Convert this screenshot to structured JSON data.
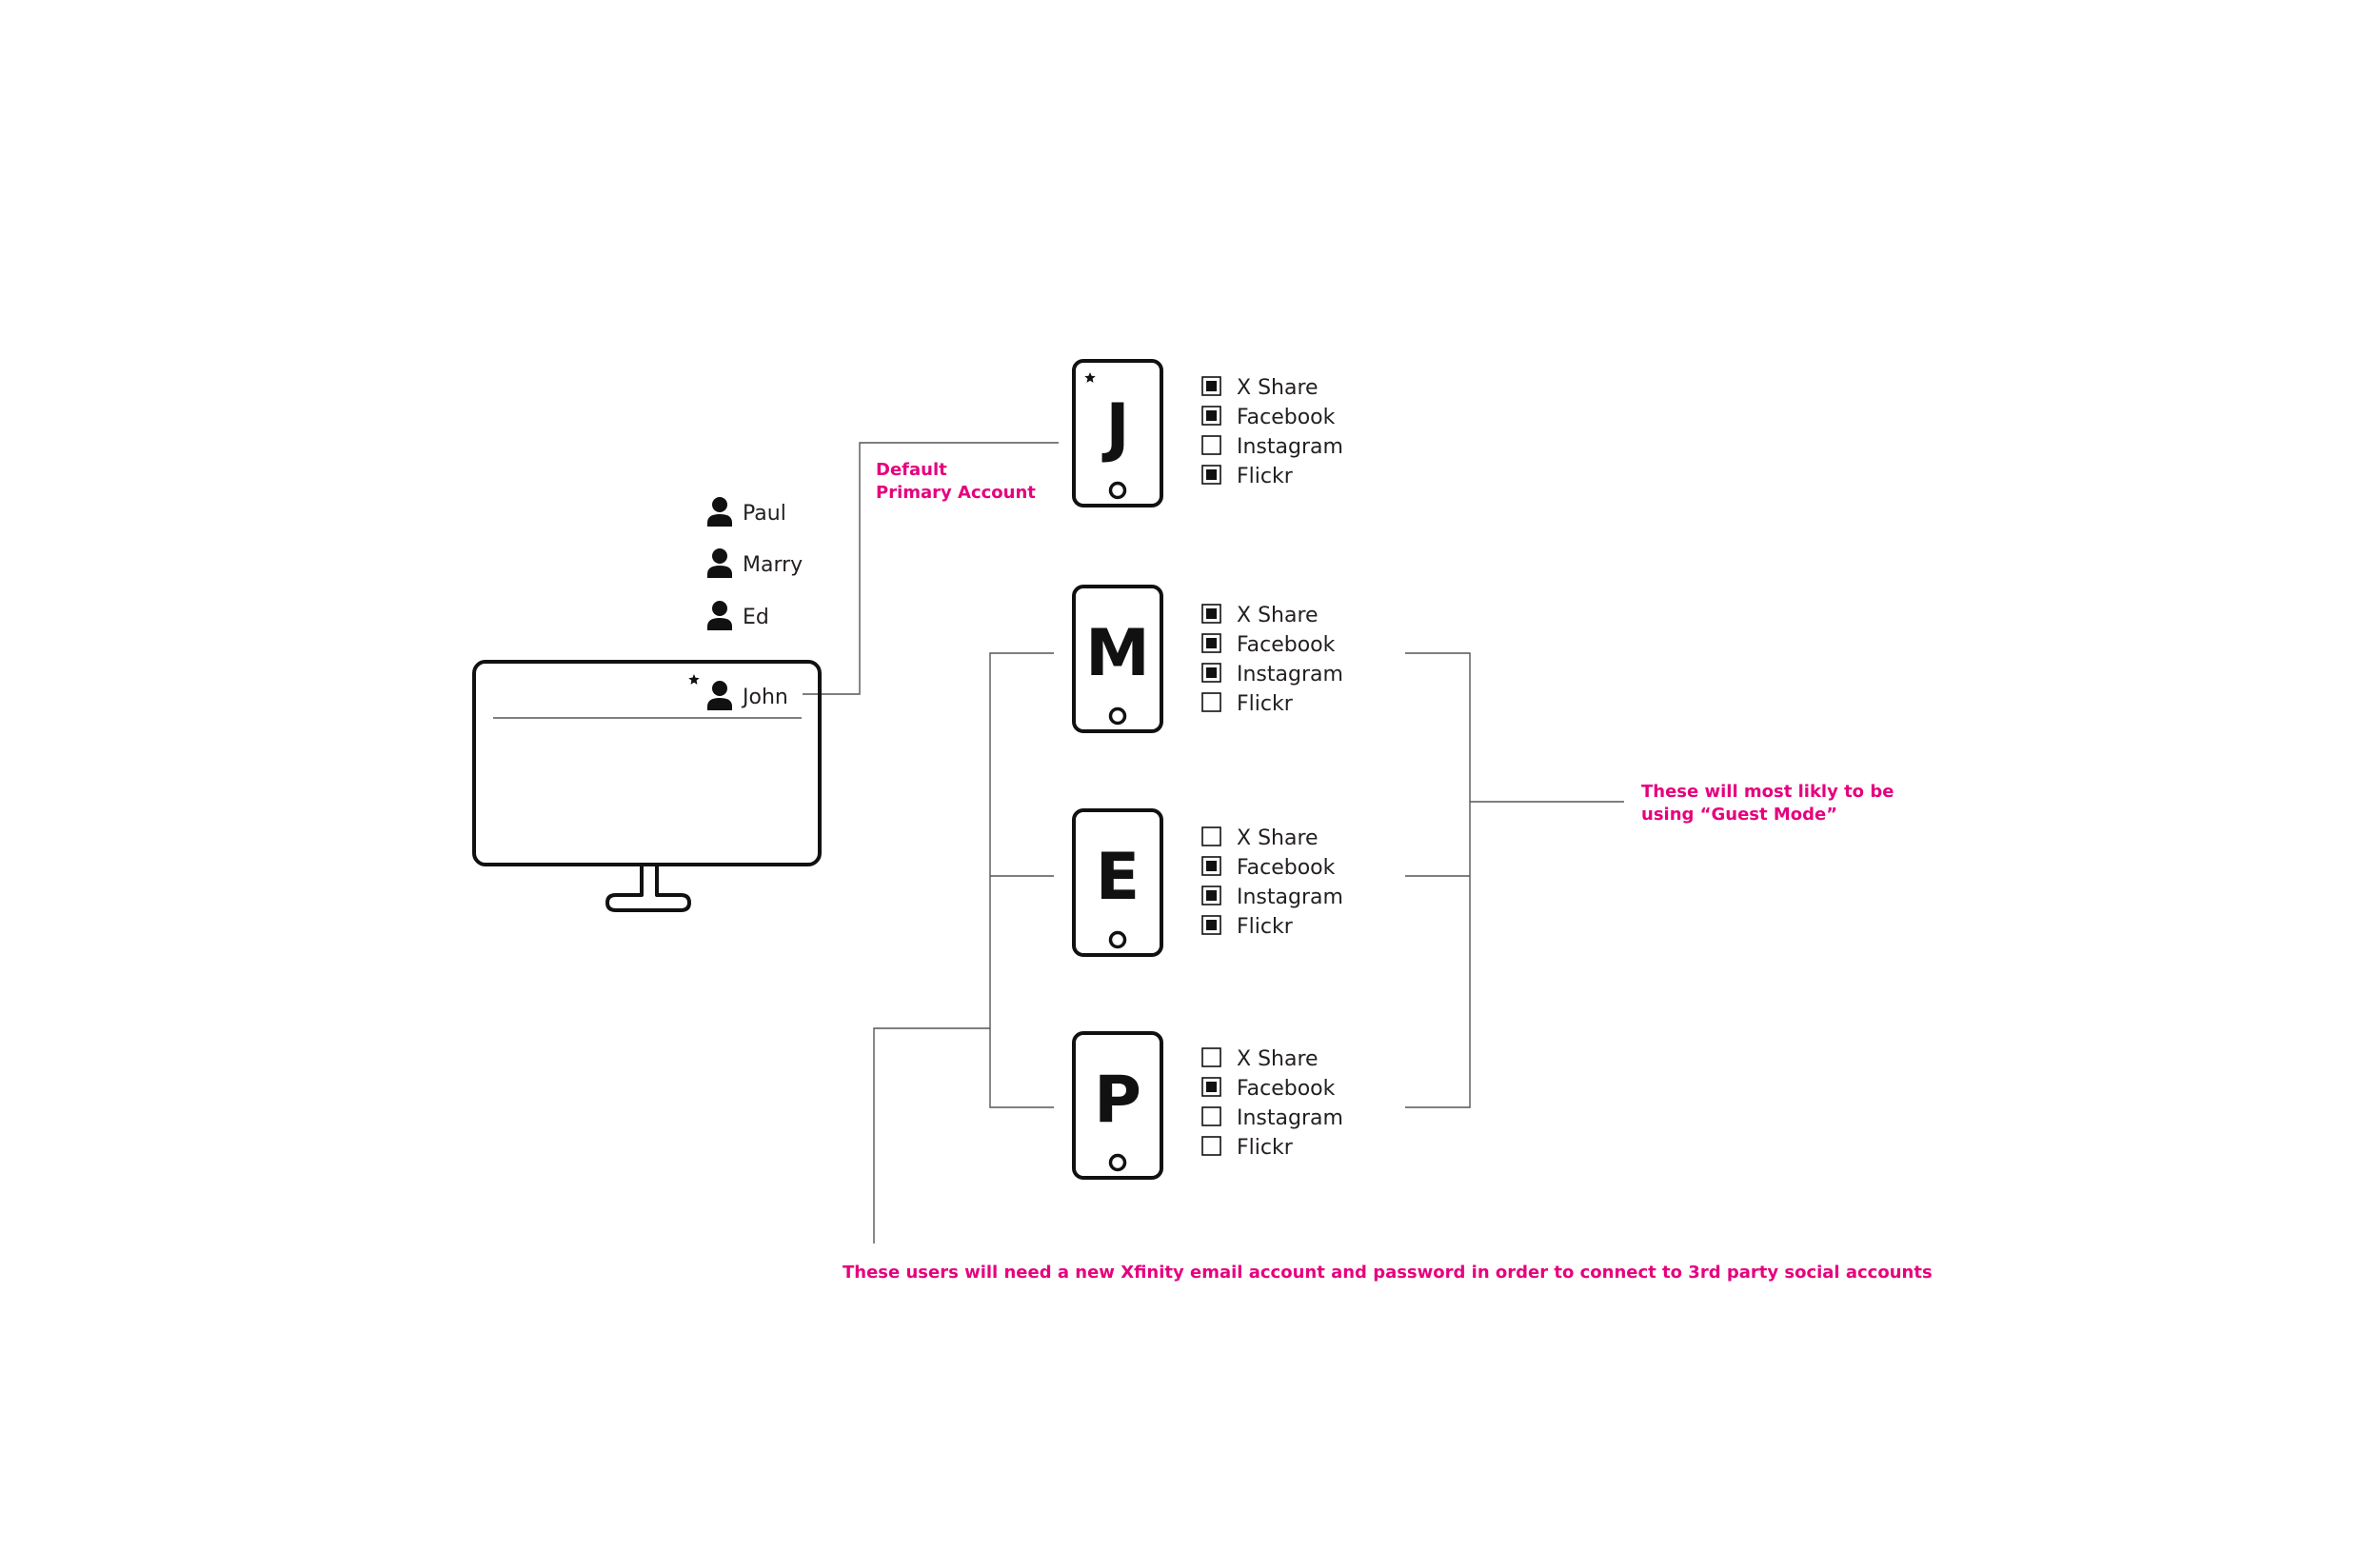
{
  "colors": {
    "accent": "#e6007e",
    "ink": "#231f20",
    "line": "#555555"
  },
  "tv": {
    "users": [
      {
        "name": "Paul",
        "icon": "user-icon",
        "primary": false
      },
      {
        "name": "Marry",
        "icon": "user-icon",
        "primary": false
      },
      {
        "name": "Ed",
        "icon": "user-icon",
        "primary": false
      },
      {
        "name": "John",
        "icon": "user-icon",
        "primary": true
      }
    ],
    "primary_marker": "*"
  },
  "phones": [
    {
      "letter": "J",
      "primary": true,
      "options": [
        {
          "label": "X Share",
          "checked": true
        },
        {
          "label": "Facebook",
          "checked": true
        },
        {
          "label": "Instagram",
          "checked": false
        },
        {
          "label": "Flickr",
          "checked": true
        }
      ]
    },
    {
      "letter": "M",
      "primary": false,
      "options": [
        {
          "label": "X Share",
          "checked": true
        },
        {
          "label": "Facebook",
          "checked": true
        },
        {
          "label": "Instagram",
          "checked": true
        },
        {
          "label": "Flickr",
          "checked": false
        }
      ]
    },
    {
      "letter": "E",
      "primary": false,
      "options": [
        {
          "label": "X Share",
          "checked": false
        },
        {
          "label": "Facebook",
          "checked": true
        },
        {
          "label": "Instagram",
          "checked": true
        },
        {
          "label": "Flickr",
          "checked": true
        }
      ]
    },
    {
      "letter": "P",
      "primary": false,
      "options": [
        {
          "label": "X Share",
          "checked": false
        },
        {
          "label": "Facebook",
          "checked": true
        },
        {
          "label": "Instagram",
          "checked": false
        },
        {
          "label": "Flickr",
          "checked": false
        }
      ]
    }
  ],
  "notes": {
    "primary_line1": "Default",
    "primary_line2": "Primary Account",
    "guest_line1": "These will most likly to be",
    "guest_line2": "using “Guest Mode”",
    "bottom": "These users will need a new Xfinity email account and password in order to connect to 3rd party social accounts"
  }
}
